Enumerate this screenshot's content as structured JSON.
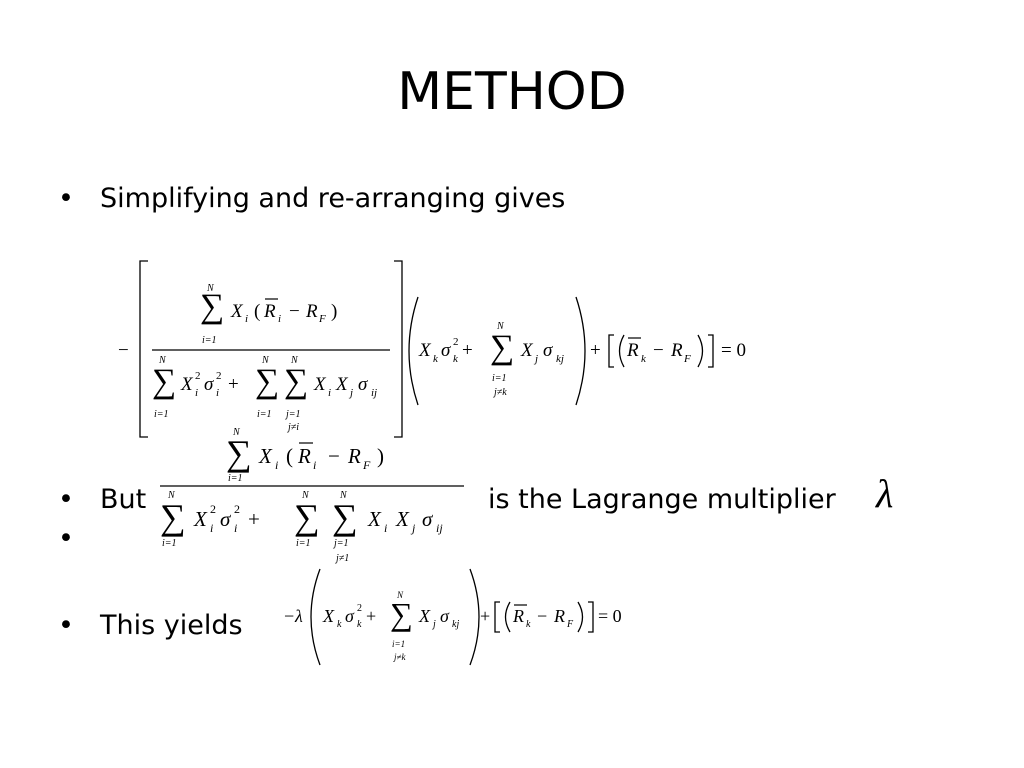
{
  "slide": {
    "title": "METHOD",
    "bullets": [
      {
        "text": "Simplifying and re-arranging gives"
      },
      {
        "text": "But",
        "suffix": "is the Lagrange multiplier"
      },
      {
        "text": ""
      },
      {
        "text": "This yields"
      }
    ],
    "lambda_symbol": "λ"
  },
  "equations": {
    "sum_sign": "∑",
    "minus": "−",
    "plus": "+",
    "equals_zero": "= 0",
    "var_X": "X",
    "var_R": "R",
    "sigma": "σ",
    "lambda": "λ",
    "lim_N": "N",
    "lim_i1": "i=1",
    "lim_j1": "j=1",
    "lim_jnei": "j≠i",
    "lim_jne1": "j≠1",
    "lim_jnek": "j≠k",
    "sub_i": "i",
    "sub_j": "j",
    "sub_k": "k",
    "sub_F": "F",
    "sub_ij": "ij",
    "sub_kj": "kj",
    "sup_2": "2",
    "paren_open": "(",
    "paren_close": ")"
  }
}
